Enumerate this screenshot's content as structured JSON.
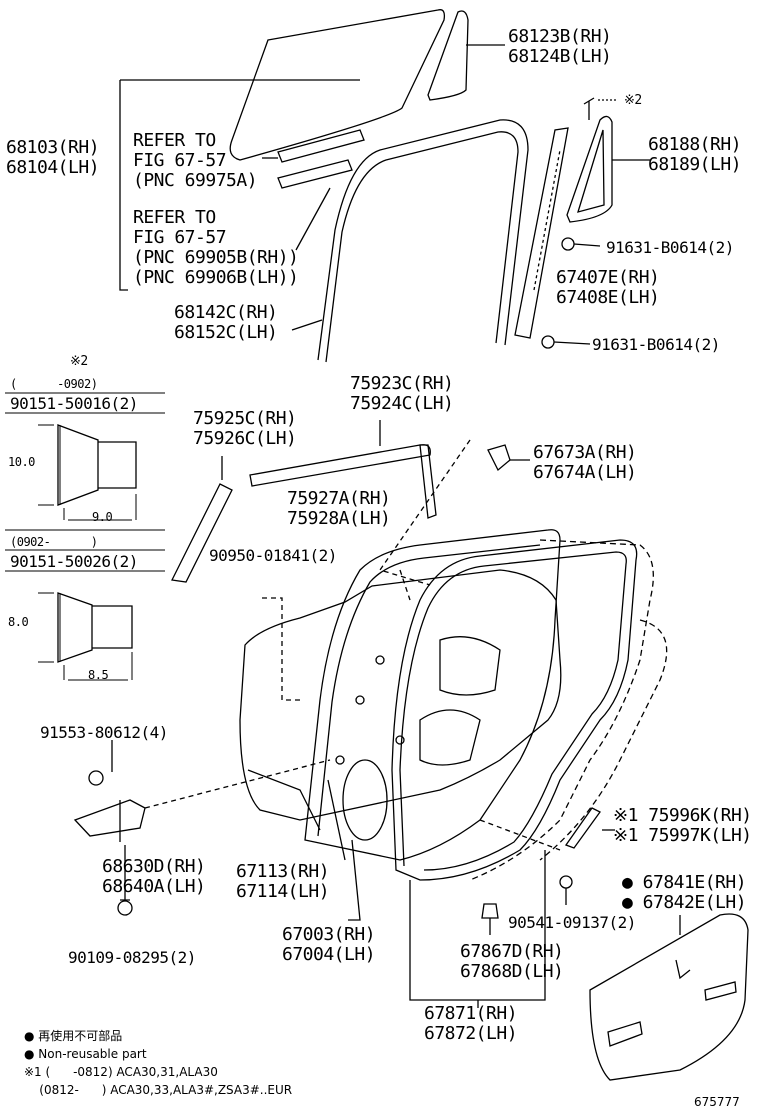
{
  "parts": {
    "p68123": [
      "68123B(RH)",
      "68124B(LH)"
    ],
    "p68103": [
      "68103(RH)",
      "68104(LH)"
    ],
    "refer1": [
      "REFER TO",
      "FIG 67-57",
      "(PNC 69975A)"
    ],
    "refer2": [
      "REFER TO",
      "FIG 67-57",
      "(PNC 69905B(RH))",
      "(PNC 69906B(LH))"
    ],
    "note2_mark": "※2",
    "p68188": [
      "68188(RH)",
      "68189(LH)"
    ],
    "p91631a": "91631-B0614(2)",
    "p67407": [
      "67407E(RH)",
      "67408E(LH)"
    ],
    "p91631b": "91631-B0614(2)",
    "p68142": [
      "68142C(RH)",
      "68152C(LH)"
    ],
    "p75923": [
      "75923C(RH)",
      "75924C(LH)"
    ],
    "p75925": [
      "75925C(RH)",
      "75926C(LH)"
    ],
    "p67673": [
      "67673A(RH)",
      "67674A(LH)"
    ],
    "p75927": [
      "75927A(RH)",
      "75928A(LH)"
    ],
    "p90950": "90950-01841(2)",
    "p91553": "91553-80612(4)",
    "p75996": [
      "※1 75996K(RH)",
      "※1 75997K(LH)"
    ],
    "p68630": [
      "68630D(RH)",
      "68640A(LH)"
    ],
    "p67113": [
      "67113(RH)",
      "67114(LH)"
    ],
    "p67841": [
      "● 67841E(RH)",
      "● 67842E(LH)"
    ],
    "p90541": "90541-09137(2)",
    "p67003": [
      "67003(RH)",
      "67004(LH)"
    ],
    "p90109": "90109-08295(2)",
    "p67867": [
      "67867D(RH)",
      "67868D(LH)"
    ],
    "p67871": [
      "67871(RH)",
      "67872(LH)"
    ]
  },
  "inset": {
    "mark": "※2",
    "range1": "(      -0902)",
    "part1": "90151-50016(2)",
    "dim1_h": "10.0",
    "dim1_w": "9.0",
    "range2": "(0902-      )",
    "part2": "90151-50026(2)",
    "dim2_h": "8.0",
    "dim2_w": "8.5"
  },
  "legend": {
    "jp": "● 再使用不可部品",
    "en": "● Non-reusable part",
    "note1a": "※1 (      -0812) ACA30,31,ALA30",
    "note1b": "    (0812-      ) ACA30,33,ALA3#,ZSA3#..EUR"
  },
  "figure_id": "675777"
}
